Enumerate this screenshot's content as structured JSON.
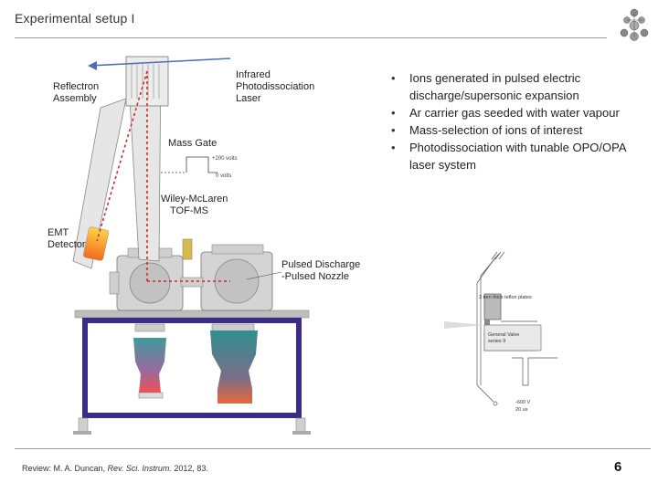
{
  "slide": {
    "title": "Experimental setup I",
    "page_number": "6"
  },
  "bullets": [
    "Ions generated in pulsed electric discharge/supersonic expansion",
    "Ar carrier gas seeded with water vapour",
    "Mass-selection of ions of interest",
    "Photodissociation with tunable OPO/OPA laser system"
  ],
  "bullet_glyph": "•",
  "footer": {
    "prefix": "Review: M. A. Duncan, ",
    "journal": "Rev. Sci. Instrum.",
    "suffix": " 2012, 83."
  },
  "diagram": {
    "reflectron_line1": "Reflectron",
    "reflectron_line2": "Assembly",
    "infrared_line1": "Infrared",
    "infrared_line2": "Photodissociation",
    "infrared_line3": "Laser",
    "mass_gate": "Mass Gate",
    "volts_high": "+200 volts",
    "volts_low": "0 volts",
    "tof_line1": "Wiley-McLaren",
    "tof_line2": "TOF-MS",
    "emt_line1": "EMT",
    "emt_line2": "Detector",
    "pulsed_line1": "Pulsed Discharge",
    "pulsed_line2": "-Pulsed Nozzle"
  },
  "nozzle_diagram": {
    "plates": "3 mm thick teflon plates",
    "valve_line1": "General Valve",
    "valve_line2": "series 9",
    "pulse_line1": "-600 V",
    "pulse_line2": "20 us"
  },
  "colors": {
    "frame": "#3c2c86",
    "beam": "#d0282c",
    "laser": "#4a6fb5",
    "chamber": "#c9c9c9"
  }
}
